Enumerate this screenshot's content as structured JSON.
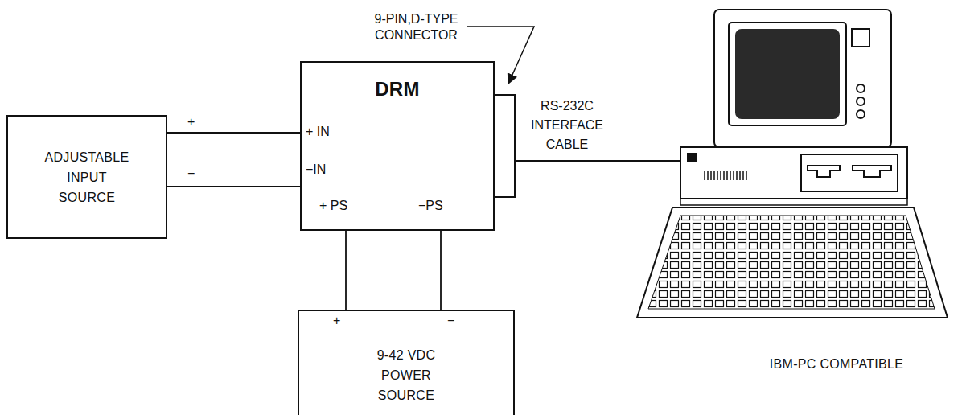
{
  "diagram": {
    "nodes": [
      {
        "text": [
          "ADJUSTABLE INPUT SOURCE"
        ]
      },
      {
        "text": [
          "DRM"
        ]
      },
      {
        "text": [
          "9-42 VDC POWER SOURCE"
        ]
      },
      {
        "text": [
          "IBM-PC COMPATIBLE"
        ]
      }
    ],
    "edges": [
      {
        "from": 0,
        "to": 1,
        "arrow": "none"
      },
      {
        "from": 0,
        "to": 1,
        "arrow": "none"
      },
      {
        "from": 2,
        "to": 1,
        "arrow": "none"
      },
      {
        "from": 2,
        "to": 1,
        "arrow": "none"
      },
      {
        "from": 1,
        "to": 3,
        "label": "RS-232C INTERFACE CABLE",
        "arrow": "none"
      }
    ],
    "labels": [
      "9-PIN,D-TYPE CONNECTOR",
      "+",
      "−",
      "+ IN",
      "−IN",
      "+ PS",
      "−PS",
      "+",
      "−"
    ]
  }
}
